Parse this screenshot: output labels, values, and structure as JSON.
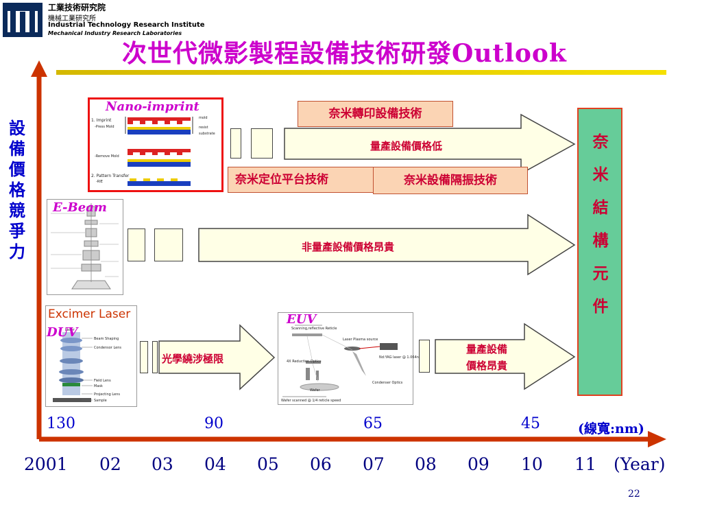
{
  "header": {
    "org_name_1": "工業技術研究院",
    "org_name_2": "機械工業研究所",
    "org_name_en_1": "Industrial Technology Research Institute",
    "org_name_en_2": "Mechanical Industry Research Laboratories",
    "title": "次世代微影製程設備技術研發Outlook"
  },
  "y_axis_label": [
    "設",
    "備",
    "價",
    "格",
    "競",
    "爭",
    "力"
  ],
  "technologies": {
    "nano_imprint": {
      "tag": "Nano-imprint",
      "labels": {
        "step1": "1. Imprint",
        "press_mold": "-Press Mold",
        "mold": "mold",
        "resist": "resist",
        "substrate": "substrate",
        "remove_mold": "-Remove Mold",
        "step2": "2. Pattern Transfer",
        "rie": "-RIE"
      }
    },
    "e_beam": {
      "tag": "E-Beam"
    },
    "excimer": {
      "title": "Excimer Laser",
      "tag": "DUV"
    },
    "euv": {
      "tag": "EUV",
      "labels": {
        "reticle": "Scanning,reflective Reticle",
        "plasma": "Laser Plasma source",
        "reduction": "4X Reduction Optics",
        "laser": "Nd:YAG laser @ 1.064nm",
        "condenser": "Condenser Optics",
        "wafer": "Wafer",
        "scan": "Wafer scanned @ 1/4 reticle speed"
      }
    }
  },
  "boxes": {
    "nano_transfer": "奈米轉印設備技術",
    "nano_stage": "奈米定位平台技術",
    "nano_isolation": "奈米設備隔振技術"
  },
  "arrows": {
    "top": "量產設備價格低",
    "middle": "非量產設備價格昂貴",
    "optics": "光學繞涉極限",
    "euv_line1": "量產設備",
    "euv_line2": "價格昂貴"
  },
  "nano_component": [
    "奈",
    "米",
    "結",
    "構",
    "元",
    "件"
  ],
  "nodes": {
    "values": [
      "130",
      "90",
      "65",
      "45"
    ],
    "unit": "(線寬:nm)"
  },
  "years": {
    "values": [
      "2001",
      "02",
      "03",
      "04",
      "05",
      "06",
      "07",
      "08",
      "09",
      "10",
      "11"
    ],
    "unit": "(Year)"
  },
  "page_number": "22",
  "colors": {
    "title": "#cc00cc",
    "accent_red": "#cc0033",
    "axis": "#cc3300",
    "arrow_fill": "#ffffe6",
    "box_fill": "#fbd4b4",
    "component_fill": "#66cc99",
    "node_blue": "#0000cc",
    "year_navy": "#000080"
  }
}
